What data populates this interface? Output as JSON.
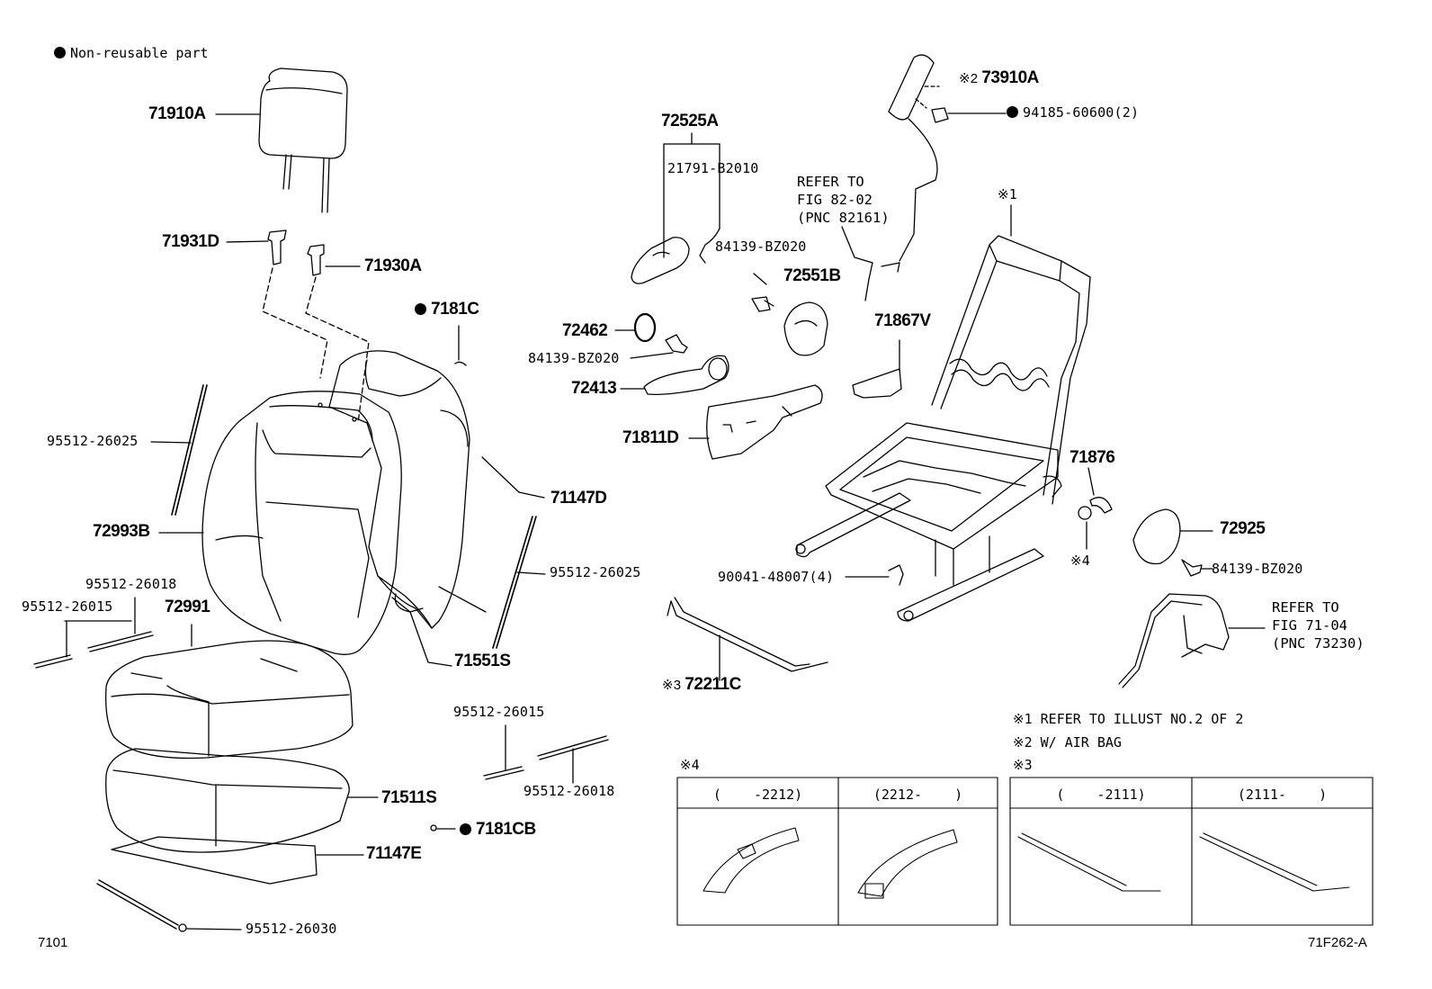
{
  "legend": {
    "label": "Non-reusable part"
  },
  "parts": {
    "p71910A": "71910A",
    "p71931D": "71931D",
    "p71930A": "71930A",
    "p7181C": "7181C",
    "p95512_26025_a": "95512-26025",
    "p72993B": "72993B",
    "p71147D": "71147D",
    "p95512_26025_b": "95512-26025",
    "p95512_26018_a": "95512-26018",
    "p95512_26015_a": "95512-26015",
    "p72991": "72991",
    "p71551S": "71551S",
    "p95512_26015_b": "95512-26015",
    "p95512_26018_b": "95512-26018",
    "p71511S": "71511S",
    "p7181CB": "7181CB",
    "p71147E": "71147E",
    "p95512_26030": "95512-26030",
    "p72525A": "72525A",
    "p21791_B2010": "21791-B2010",
    "p84139_BZ020_a": "84139-BZ020",
    "p72551B": "72551B",
    "p72462": "72462",
    "p84139_BZ020_b": "84139-BZ020",
    "p72413": "72413",
    "p71811D": "71811D",
    "p71867V": "71867V",
    "p73910A": "73910A",
    "p94185": "94185-60600(2)",
    "p71876": "71876",
    "p72925": "72925",
    "p84139_BZ020_c": "84139-BZ020",
    "p90041": "90041-48007(4)",
    "p72211C": "72211C"
  },
  "marks": {
    "m1": "※1",
    "m2": "※2",
    "m3": "※3",
    "m4": "※4",
    "m4b": "※4"
  },
  "refs": {
    "fig82": "REFER TO\nFIG 82-02\n(PNC 82161)",
    "fig71": "REFER TO\nFIG 71-04\n(PNC 73230)"
  },
  "notes": {
    "n1": "※1 REFER TO ILLUST NO.2 OF 2",
    "n2": "※2 W/ AIR BAG"
  },
  "tables": {
    "t4_mark": "※4",
    "t4_col1": "(    -2212)",
    "t4_col2": "(2212-    )",
    "t3_mark": "※3",
    "t3_col1": "(    -2111)",
    "t3_col2": "(2111-    )"
  },
  "footer": {
    "left": "7101",
    "right": "71F262-A"
  }
}
